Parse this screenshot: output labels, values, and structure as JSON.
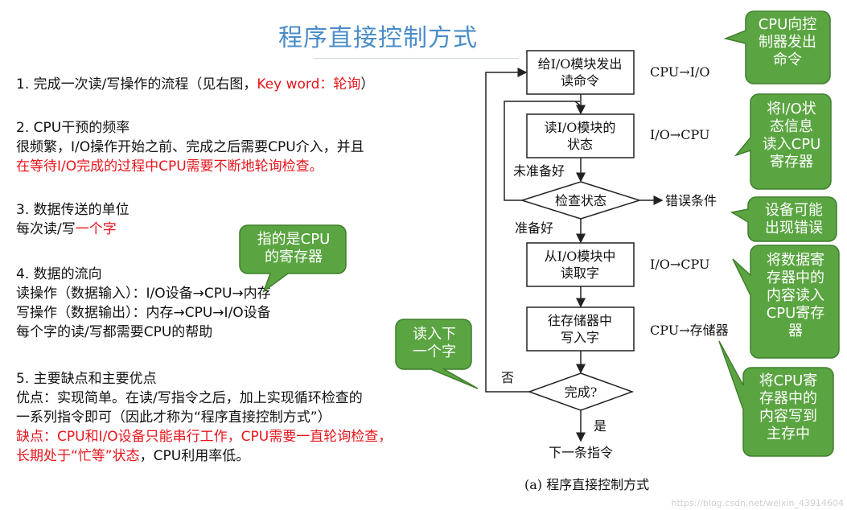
{
  "title": "程序直接控制方式",
  "left_text": {
    "s1": {
      "prefix": "1. 完成一次读/写操作的流程（见右图，",
      "keyword": "Key word：轮询",
      "suffix": "）"
    },
    "s2": {
      "heading": "2. CPU干预的频率",
      "line1": "很频繁，I/O操作开始之前、完成之后需要CPU介入，并且",
      "line2": "在等待I/O完成的过程中CPU需要不断地轮询检查。"
    },
    "s3": {
      "heading": "3. 数据传送的单位",
      "line1_prefix": "每次读/写",
      "line1_red": "一个字"
    },
    "s4": {
      "heading": "4. 数据的流向",
      "line1": "读操作（数据输入）：I/O设备→CPU→内存",
      "line2": "写操作（数据输出）：内存→CPU→I/O设备",
      "line3": "每个字的读/写都需要CPU的帮助"
    },
    "s5": {
      "heading": "5. 主要缺点和主要优点",
      "line1": "优点：实现简单。在读/写指令之后，加上实现循环检查的",
      "line2": "一系列指令即可（因此才称为“程序直接控制方式”）",
      "line3_red": "缺点：CPU和I/O设备只能串行工作，CPU需要一直轮询检查，",
      "line4_red": "长期处于“忙等”状态",
      "line4_tail": "，CPU利用率低。"
    }
  },
  "flowchart": {
    "box1": [
      "给I/O模块发出",
      "读命令"
    ],
    "box2": [
      "读I/O模块的",
      "状态"
    ],
    "decision1": "检查状态",
    "box3": [
      "从I/O模块中",
      "读取字"
    ],
    "box4": [
      "往存储器中",
      "写入字"
    ],
    "decision2": "完成?",
    "end_label": "下一条指令",
    "label_not_ready": "未准备好",
    "label_ready": "准备好",
    "label_error": "错误条件",
    "label_no": "否",
    "label_yes": "是",
    "side1": "CPU→I/O",
    "side2": "I/O→CPU",
    "side3": "I/O→CPU",
    "side4": "CPU→存储器",
    "caption": "(a) 程序直接控制方式"
  },
  "callouts": {
    "c1": "CPU向控\n制器发出\n命令",
    "c2": "将I/O状\n态信息\n读入CPU\n寄存器",
    "c3": "设备可能\n出现错误",
    "c4": "将数据寄\n存器中的\n内容读入\nCPU寄存\n器",
    "c5": "将CPU寄\n存器中的\n内容写到\n主存中",
    "c6": "指的是CPU\n的寄存器",
    "c7": "读入下\n一个字"
  },
  "colors": {
    "callout_fill": "#5aa541",
    "callout_stroke": "#3f7f2c",
    "accent_red": "#e8161c",
    "title_blue": "#4a8cc9"
  },
  "watermark": "https://blog.csdn.net/weixin_43914604"
}
